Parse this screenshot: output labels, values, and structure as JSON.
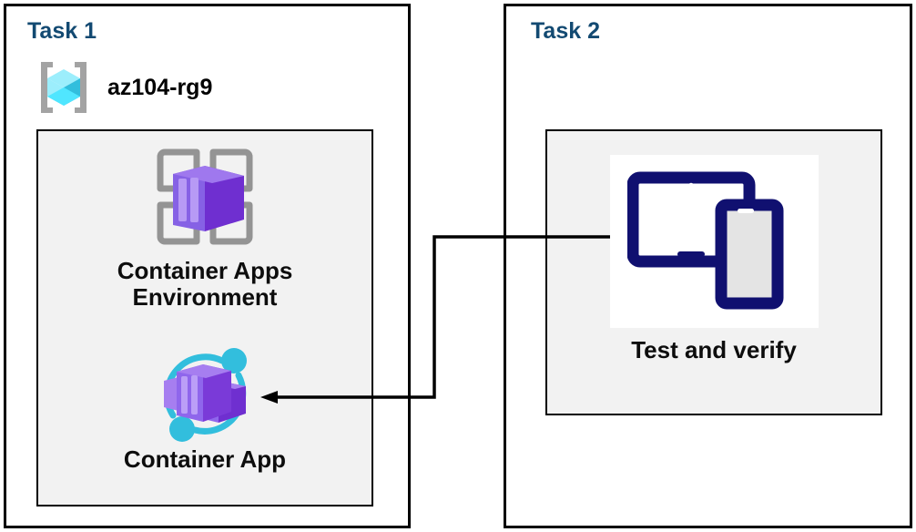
{
  "diagram": {
    "title": "Azure Container Apps task diagram",
    "background_color": "#ffffff",
    "accent_color": "#134a72",
    "panel_border_color": "#000000",
    "inner_box_fill": "#f2f2f2"
  },
  "panels": [
    {
      "id": "task1",
      "title": "Task 1",
      "resource_group": {
        "icon": "resource-group-icon",
        "label": "az104-rg9"
      },
      "resources": [
        {
          "id": "container-apps-environment",
          "icon": "container-apps-environment-icon",
          "label": "Container Apps\nEnvironment"
        },
        {
          "id": "container-app",
          "icon": "container-app-icon",
          "label": "Container App"
        }
      ]
    },
    {
      "id": "task2",
      "title": "Task 2",
      "resources": [
        {
          "id": "test-and-verify",
          "icon": "test-and-verify-devices-icon",
          "label": "Test and verify"
        }
      ]
    }
  ],
  "connector": {
    "from": "test-and-verify",
    "to": "container-app",
    "arrow_direction": "left",
    "color": "#000000"
  },
  "icon_colors": {
    "resource_group_bracket": "#a3a3a3",
    "resource_group_cube_light": "#9ceefc",
    "resource_group_cube_mid": "#50e6ff",
    "resource_group_cube_dark": "#32bedd",
    "container_box_light": "#a67ef0",
    "container_box_mid": "#8661e5",
    "container_box_dark": "#6f2fd0",
    "container_ring": "#32bedd",
    "environment_frame": "#949494",
    "device_navy": "#101070",
    "device_screen_grey": "#e4e4e4"
  }
}
